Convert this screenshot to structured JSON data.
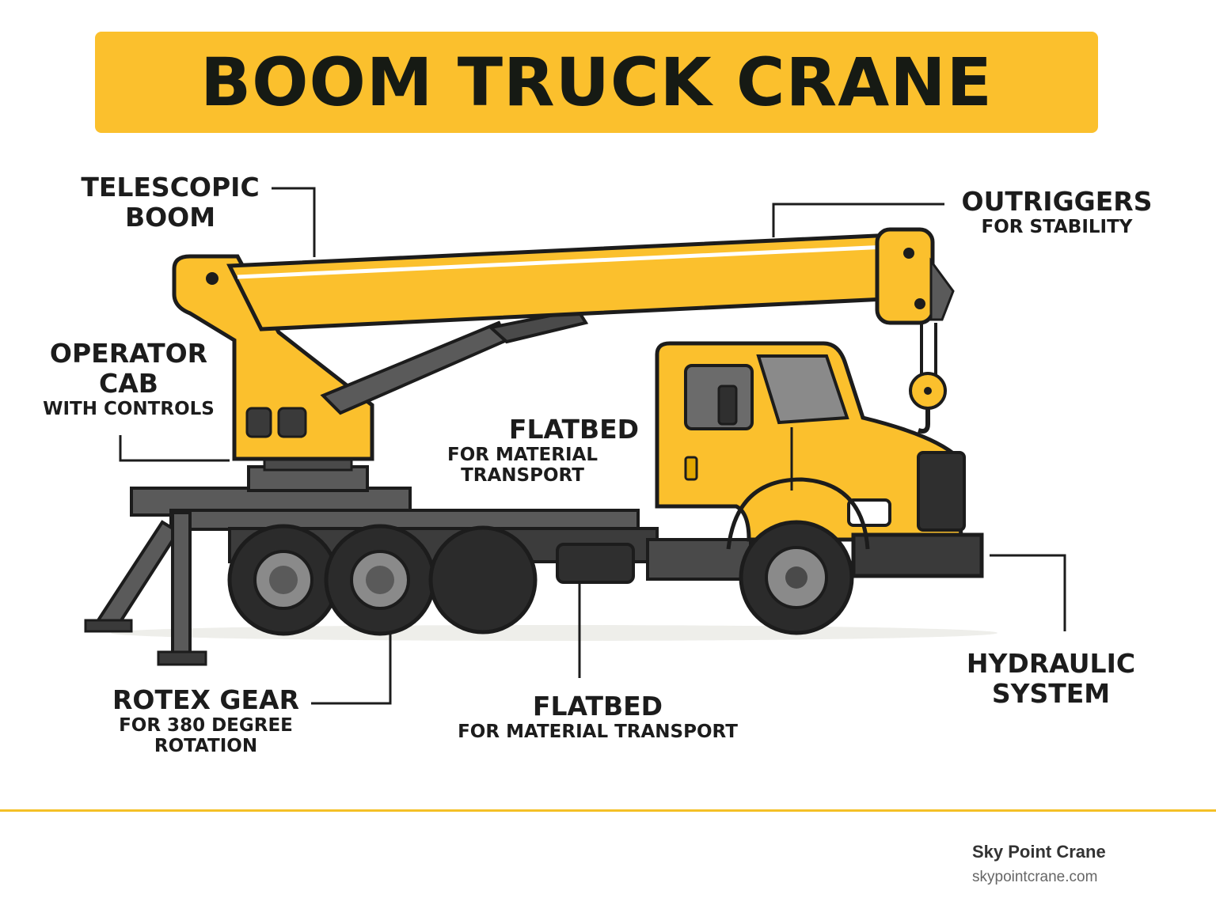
{
  "title": "BOOM TRUCK CRANE",
  "labels": {
    "telescopic_boom": {
      "line1": "TELESCOPIC",
      "line2": "BOOM"
    },
    "operator_cab": {
      "line1": "OPERATOR",
      "line2": "CAB",
      "sub": "WITH CONTROLS"
    },
    "outriggers": {
      "title": "OUTRIGGERS",
      "sub": "FOR STABILITY"
    },
    "flatbed_upper": {
      "title": "FLATBED",
      "sub1": "FOR MATERIAL",
      "sub2": "TRANSPORT"
    },
    "rotex_gear": {
      "title": "ROTEX GEAR",
      "sub1": "FOR 380  DEGREE",
      "sub2": "ROTATION"
    },
    "flatbed_lower": {
      "title": "FLATBED",
      "sub": "FOR MATERIAL TRANSPORT"
    },
    "hydraulic_system": {
      "line1": "HYDRAULIC",
      "line2": "SYSTEM"
    }
  },
  "footer": {
    "brand": "Sky Point Crane",
    "url": "skypointcrane.com"
  },
  "colors": {
    "accent_yellow": "#fbc02d",
    "dark": "#1c1c1c",
    "gray": "#5a5a5a"
  }
}
